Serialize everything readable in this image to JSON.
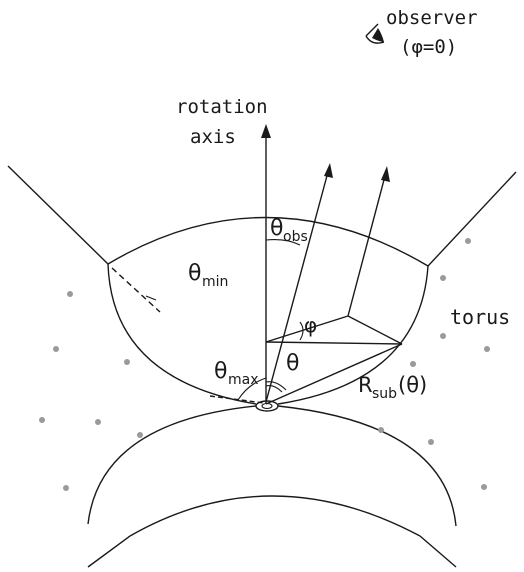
{
  "labels": {
    "observer": "observer",
    "observer_phi": "(φ=0)",
    "rotation_1": "rotation",
    "rotation_2": "axis",
    "torus": "torus",
    "theta_obs_main": "θ",
    "theta_obs_sub": "obs",
    "theta_min_main": "θ",
    "theta_min_sub": "min",
    "theta_max_main": "θ",
    "theta_max_sub": "max",
    "phi": "φ",
    "theta": "θ",
    "r_sub_main": "R",
    "r_sub_sub": "sub",
    "r_sub_arg": "(θ)"
  },
  "colors": {
    "ink": "#1a1a1a",
    "dots": "#9a9a9a",
    "background": "#ffffff"
  },
  "icons": {
    "observer": "eye-icon"
  }
}
